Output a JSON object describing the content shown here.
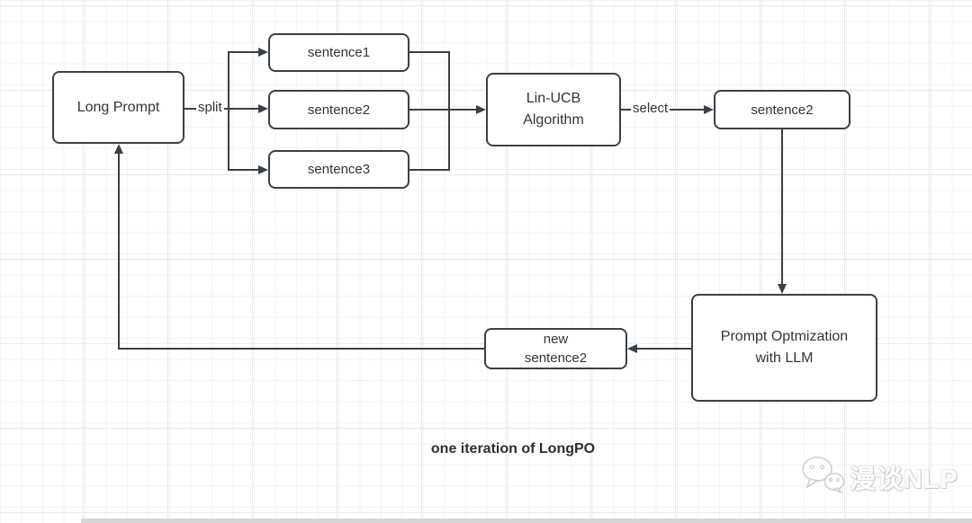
{
  "diagram": {
    "nodes": {
      "long_prompt": {
        "label": "Long Prompt"
      },
      "sentence1": {
        "label": "sentence1"
      },
      "sentence2": {
        "label": "sentence2"
      },
      "sentence3": {
        "label": "sentence3"
      },
      "lin_ucb": {
        "lines": [
          "Lin-UCB",
          "Algorithm"
        ]
      },
      "selected_sentence": {
        "label": "sentence2"
      },
      "prompt_opt": {
        "lines": [
          "Prompt Optmization",
          "with LLM"
        ]
      },
      "new_sentence": {
        "lines": [
          "new",
          "sentence2"
        ]
      }
    },
    "edge_labels": {
      "split": "split",
      "select": "select"
    },
    "caption": "one iteration of LongPO",
    "colors": {
      "stroke": "#3a4046",
      "text": "#2f353b",
      "grid_minor": "#f3f3f4",
      "grid_major": "#e7e8ea",
      "background": "#ffffff"
    }
  },
  "watermark": {
    "icon": "wechat-icon",
    "text": "漫谈NLP"
  }
}
